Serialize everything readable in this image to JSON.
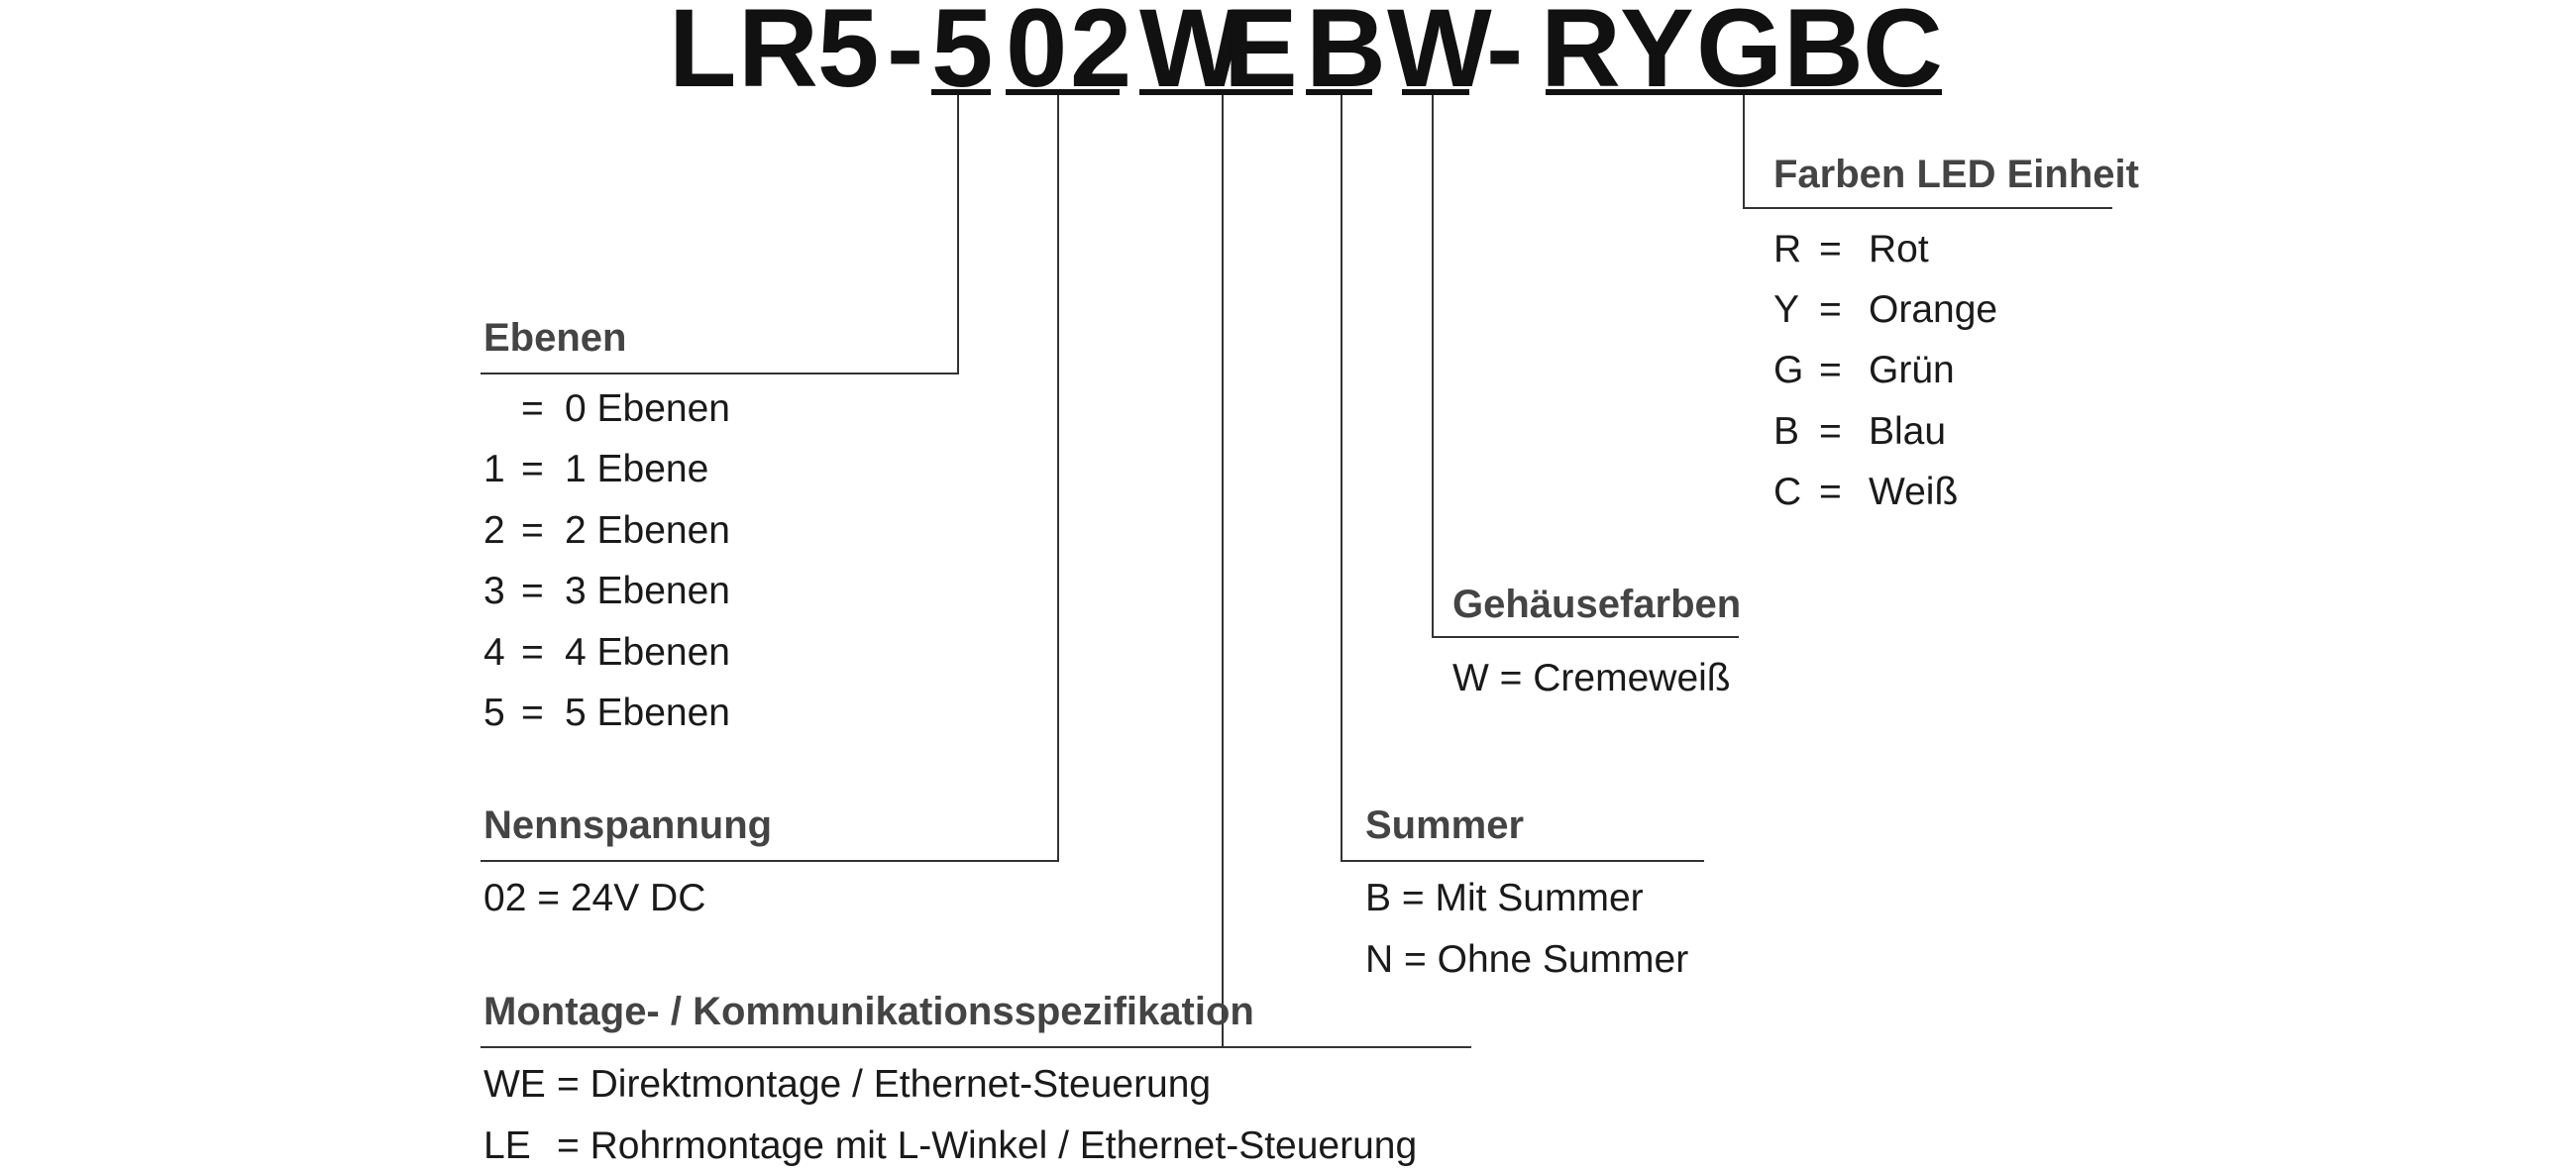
{
  "code": {
    "chars": [
      "L",
      "R",
      "5",
      "-",
      "5",
      "0",
      "2",
      "W",
      "E",
      "B",
      "W",
      "-",
      "R",
      "Y",
      "G",
      "B",
      "C"
    ]
  },
  "sections": {
    "ebenen": {
      "heading": "Ebenen",
      "items": [
        {
          "key": "",
          "eq": "=",
          "value": "0 Ebenen"
        },
        {
          "key": "1",
          "eq": "=",
          "value": "1 Ebene"
        },
        {
          "key": "2",
          "eq": "=",
          "value": "2 Ebenen"
        },
        {
          "key": "3",
          "eq": "=",
          "value": "3 Ebenen"
        },
        {
          "key": "4",
          "eq": "=",
          "value": "4 Ebenen"
        },
        {
          "key": "5",
          "eq": "=",
          "value": "5 Ebenen"
        }
      ]
    },
    "nennspannung": {
      "heading": "Nennspannung",
      "items": [
        {
          "text": "02 = 24V DC"
        }
      ]
    },
    "montage": {
      "heading": "Montage- / Kommunikationsspezifikation",
      "items": [
        {
          "key": "WE",
          "text": "= Direktmontage / Ethernet-Steuerung"
        },
        {
          "key": "LE",
          "text": "= Rohrmontage mit L-Winkel / Ethernet-Steuerung"
        }
      ]
    },
    "summer": {
      "heading": "Summer",
      "items": [
        {
          "text": "B = Mit Summer"
        },
        {
          "text": "N = Ohne Summer"
        }
      ]
    },
    "gehaeuse": {
      "heading": "Gehäusefarben",
      "items": [
        {
          "text": "W = Cremeweiß"
        }
      ]
    },
    "farben": {
      "heading": "Farben LED Einheit",
      "items": [
        {
          "key": "R",
          "eq": "=",
          "value": "Rot"
        },
        {
          "key": "Y",
          "eq": "=",
          "value": "Orange"
        },
        {
          "key": "G",
          "eq": "=",
          "value": "Grün"
        },
        {
          "key": "B",
          "eq": "=",
          "value": "Blau"
        },
        {
          "key": "C",
          "eq": "=",
          "value": "Weiß"
        }
      ]
    }
  }
}
